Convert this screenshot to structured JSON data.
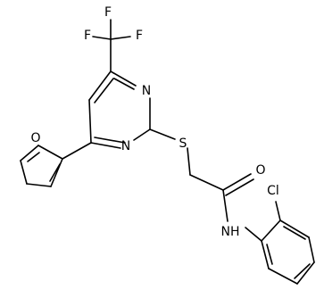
{
  "atoms": {
    "F1": "F",
    "F2": "F",
    "F3": "F",
    "N_top": "N",
    "N_bottom": "N",
    "S": "S",
    "O_carbonyl": "O",
    "O_furan": "O",
    "Cl": "Cl",
    "NH": "NH"
  }
}
